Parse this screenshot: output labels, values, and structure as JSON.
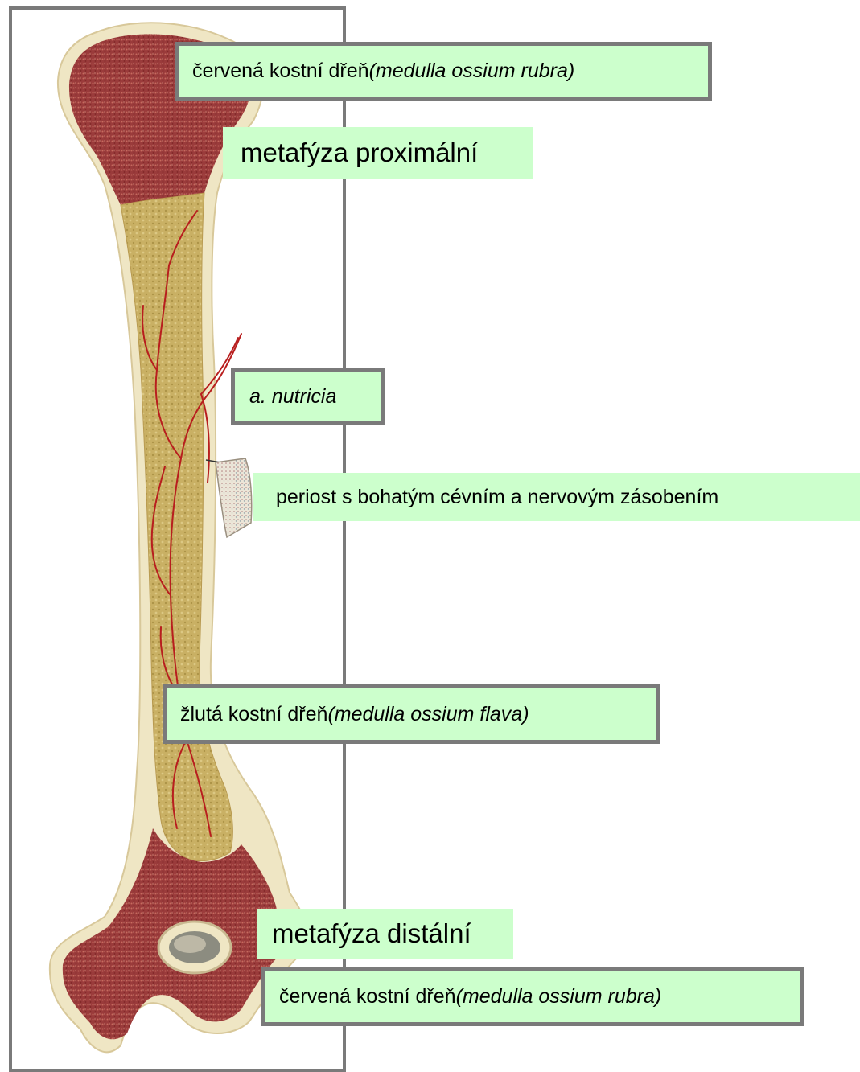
{
  "labels": {
    "red_marrow_top": {
      "text": "červená kostní dřeň ",
      "latin": "(medulla ossium rubra)"
    },
    "metaphysis_proximal": {
      "text": "metafýza proximální"
    },
    "nutrient_artery": {
      "latin": "a. nutricia"
    },
    "periosteum": {
      "text": "periost s bohatým cévním a nervovým zásobením"
    },
    "yellow_marrow": {
      "text": "žlutá kostní dřeň ",
      "latin": "(medulla ossium flava)"
    },
    "metaphysis_distal": {
      "text": "metafýza distální"
    },
    "red_marrow_bottom": {
      "text": "červená kostní dřeň ",
      "latin": "(medulla ossium rubra)"
    }
  },
  "colors": {
    "label_bg": "#ccffcc",
    "border_gray": "#7a7a7a",
    "marrow_red": "#9c3a3a",
    "yellow_marrow": "#c8b060",
    "cortex_cream": "#efe6c4",
    "vessel_red": "#b81e1e"
  }
}
